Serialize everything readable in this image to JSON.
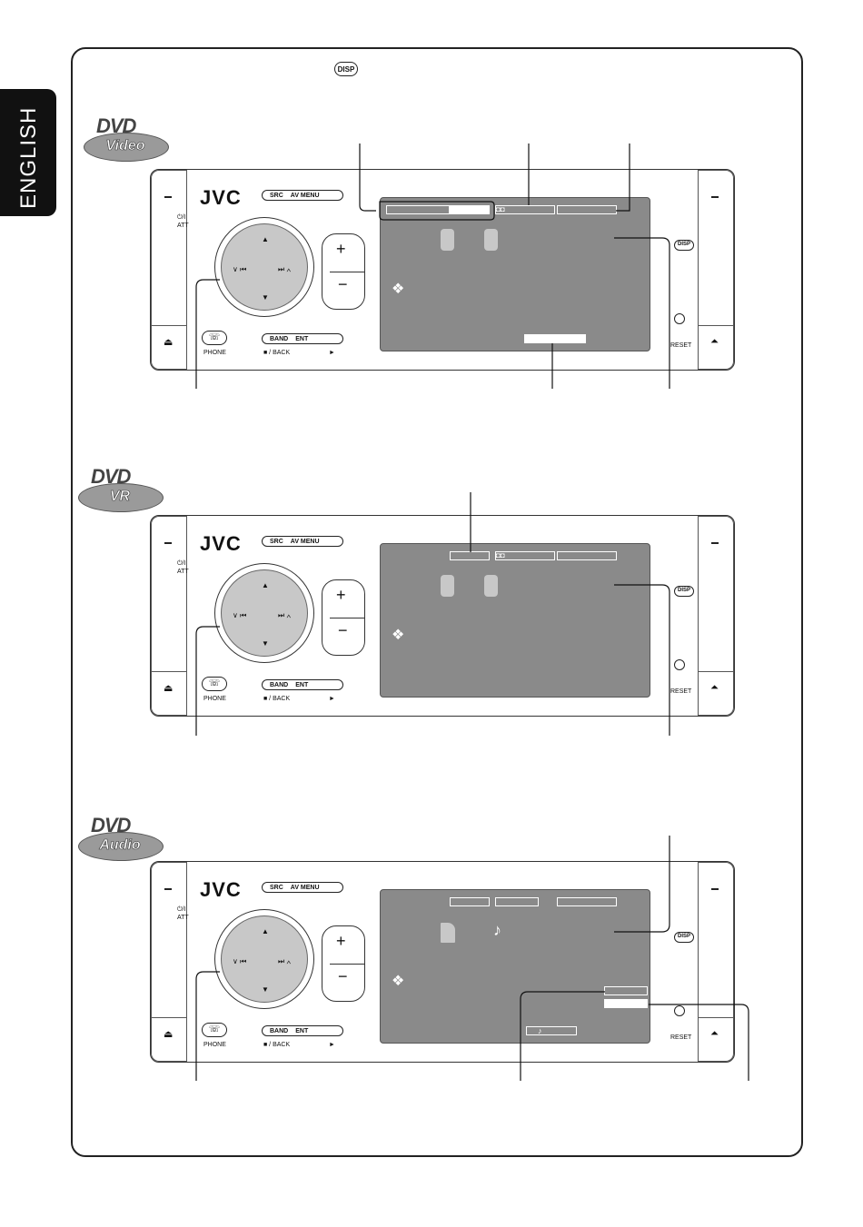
{
  "side_tab": {
    "language": "ENGLISH"
  },
  "top_button": {
    "label": "DISP"
  },
  "badges": [
    {
      "top": "DVD",
      "sub": "Video"
    },
    {
      "top": "DVD",
      "sub": "VR"
    },
    {
      "top": "DVD",
      "sub": "Audio"
    }
  ],
  "unit": {
    "brand": "JVC",
    "src_label": "SRC",
    "av_menu_label": "AV MENU",
    "power_label": "⏻/I",
    "att_label": "ATT",
    "band_label": "BAND",
    "ent_label": "ENT",
    "phone_label": "PHONE",
    "back_label": "■ / BACK",
    "play_label": "►",
    "disp_label": "DISP",
    "reset_label": "RESET",
    "plus": "+",
    "minus": "−",
    "up": "▲",
    "down": "▼",
    "prev": "∨ ⏮",
    "next": "⏭ ∧"
  },
  "screen_glyphs": {
    "dolby": "◘◘",
    "note": "♪"
  }
}
